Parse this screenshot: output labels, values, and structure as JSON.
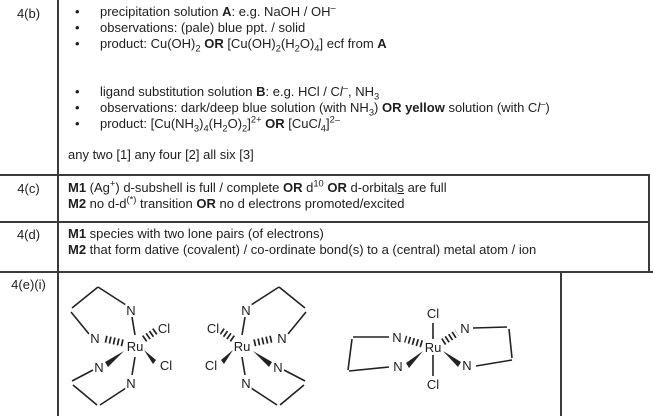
{
  "rows": {
    "b": {
      "label": "4(b)",
      "bullet_char": "•",
      "bullets": [
        [
          {
            "t": "precipitation solution "
          },
          {
            "t": "A",
            "b": 1
          },
          {
            "t": ": e.g. NaOH / OH"
          },
          {
            "t": "–",
            "sup": 1
          }
        ],
        [
          {
            "t": "observations: (pale) blue ppt. / solid"
          }
        ],
        [
          {
            "t": "product: Cu(OH)"
          },
          {
            "t": "2",
            "sub": 1
          },
          {
            "t": " "
          },
          {
            "t": "OR",
            "b": 1
          },
          {
            "t": " [Cu(OH)"
          },
          {
            "t": "2",
            "sub": 1
          },
          {
            "t": "(H"
          },
          {
            "t": "2",
            "sub": 1
          },
          {
            "t": "O)"
          },
          {
            "t": "4",
            "sub": 1
          },
          {
            "t": "] ecf from "
          },
          {
            "t": "A",
            "b": 1
          }
        ],
        [
          {
            "t": "ligand substitution solution "
          },
          {
            "t": "B",
            "b": 1
          },
          {
            "t": ": e.g. HCl / C"
          },
          {
            "t": "l",
            "i": 1
          },
          {
            "t": "–",
            "sup": 1
          },
          {
            "t": ", NH"
          },
          {
            "t": "3",
            "sub": 1
          }
        ],
        [
          {
            "t": "observations: dark/deep blue solution (with NH"
          },
          {
            "t": "3",
            "sub": 1
          },
          {
            "t": ") "
          },
          {
            "t": "OR yellow",
            "b": 1
          },
          {
            "t": " solution (with C"
          },
          {
            "t": "l",
            "i": 1
          },
          {
            "t": "–",
            "sup": 1
          },
          {
            "t": ")"
          }
        ],
        [
          {
            "t": "product: [Cu(NH"
          },
          {
            "t": "3",
            "sub": 1
          },
          {
            "t": ")"
          },
          {
            "t": "4",
            "sub": 1
          },
          {
            "t": "(H"
          },
          {
            "t": "2",
            "sub": 1
          },
          {
            "t": "O)"
          },
          {
            "t": "2",
            "sub": 1
          },
          {
            "t": "]"
          },
          {
            "t": "2+",
            "sup": 1
          },
          {
            "t": " "
          },
          {
            "t": "OR",
            "b": 1
          },
          {
            "t": " [CuC"
          },
          {
            "t": "l",
            "i": 1
          },
          {
            "t": "4",
            "sub": 1
          },
          {
            "t": "]"
          },
          {
            "t": "2–",
            "sup": 1
          }
        ]
      ],
      "footer": [
        {
          "t": "any two [1] any four [2] all six [3]"
        }
      ]
    },
    "c": {
      "label": "4(c)",
      "lines": [
        [
          {
            "t": "M1",
            "b": 1
          },
          {
            "t": " (Ag"
          },
          {
            "t": "+",
            "sup": 1
          },
          {
            "t": ") d-subshell is full / complete "
          },
          {
            "t": "OR",
            "b": 1
          },
          {
            "t": " d"
          },
          {
            "t": "10",
            "sup": 1
          },
          {
            "t": " "
          },
          {
            "t": "OR",
            "b": 1
          },
          {
            "t": " d-orbital"
          },
          {
            "t": "s",
            "u": 1
          },
          {
            "t": " are full"
          }
        ],
        [
          {
            "t": "M2",
            "b": 1
          },
          {
            "t": " no d-d"
          },
          {
            "t": "(*)",
            "sup": 1
          },
          {
            "t": " transition "
          },
          {
            "t": "OR",
            "b": 1
          },
          {
            "t": " no d electrons promoted/excited"
          }
        ]
      ]
    },
    "d": {
      "label": "4(d)",
      "lines": [
        [
          {
            "t": "M1",
            "b": 1
          },
          {
            "t": " species with two lone pairs (of electrons)"
          }
        ],
        [
          {
            "t": "M2",
            "b": 1
          },
          {
            "t": " that form dative (covalent) / co-ordinate bond(s) to a (central) metal atom / ion"
          }
        ]
      ]
    },
    "e": {
      "label": "4(e)(i)",
      "structures": [
        {
          "center": "Ru",
          "n": "N",
          "cl": "Cl"
        },
        {
          "center": "Ru",
          "n": "N",
          "cl": "Cl"
        },
        {
          "center": "Ru",
          "n": "N",
          "cl": "Cl"
        }
      ]
    }
  }
}
